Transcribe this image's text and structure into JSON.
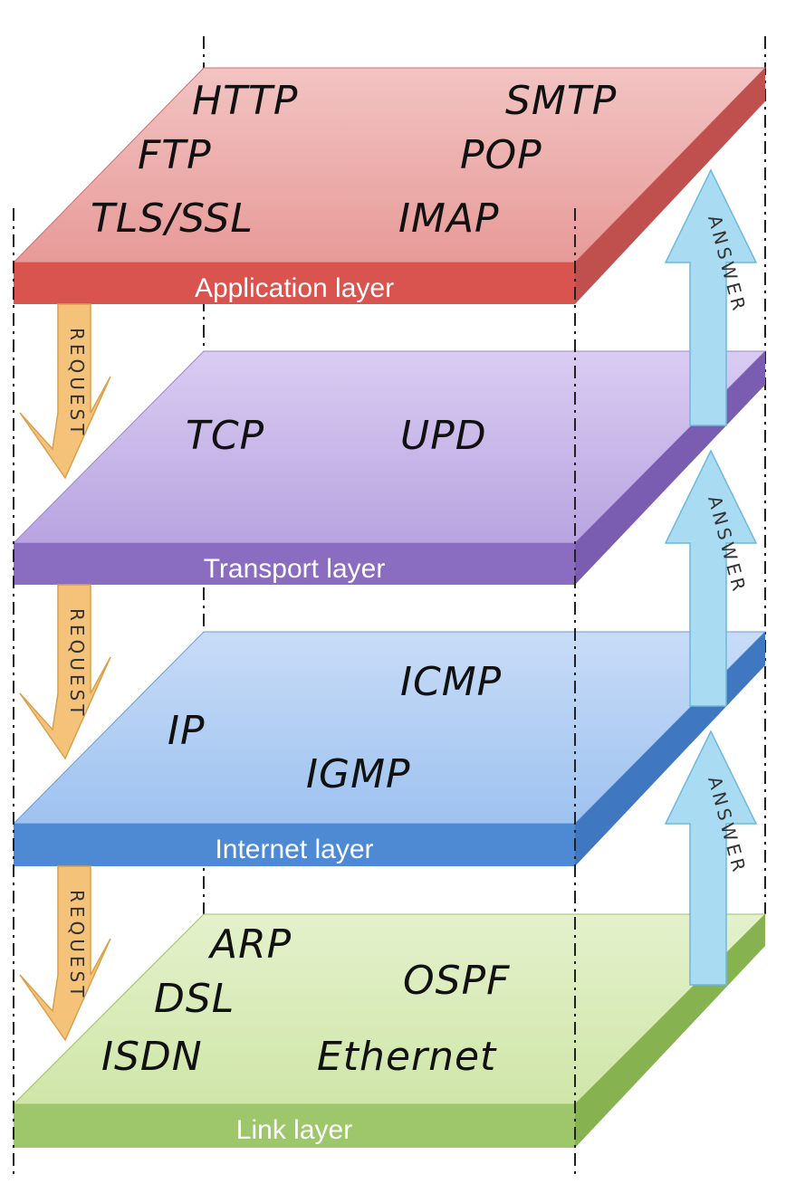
{
  "layers": [
    {
      "label": "Application layer",
      "protocols": [
        "HTTP",
        "SMTP",
        "FTP",
        "POP",
        "TLS/SSL",
        "IMAP"
      ],
      "colors": {
        "top": "#e79a98",
        "top_light": "#f2c4c2",
        "front": "#d9534f",
        "side": "#c0504d"
      }
    },
    {
      "label": "Transport layer",
      "protocols": [
        "TCP",
        "UPD"
      ],
      "colors": {
        "top": "#b9a4e0",
        "top_light": "#d9ccf2",
        "front": "#8a6cc0",
        "side": "#7a5db0"
      }
    },
    {
      "label": "Internet layer",
      "protocols": [
        "ICMP",
        "IP",
        "IGMP"
      ],
      "colors": {
        "top": "#9ec2f0",
        "top_light": "#c8dcf7",
        "front": "#4e8ad4",
        "side": "#3f77c0"
      }
    },
    {
      "label": "Link layer",
      "protocols": [
        "ARP",
        "DSL",
        "OSPF",
        "ISDN",
        "Ethernet"
      ],
      "colors": {
        "top": "#cfe6a8",
        "top_light": "#e4f1cc",
        "front": "#9dc76a",
        "side": "#86b350"
      }
    }
  ],
  "request_arrow": {
    "text": "REQUEST",
    "color": "#f5c27a",
    "stroke": "#d9a04a"
  },
  "answer_arrow": {
    "text": "ANSWER",
    "color": "#a9dcf2",
    "stroke": "#6fb8dc"
  }
}
